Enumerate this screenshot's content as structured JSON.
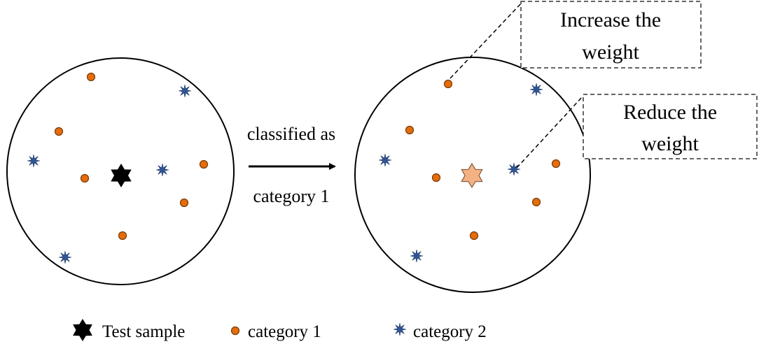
{
  "arrow": {
    "top_label": "classified as",
    "bottom_label": "category 1"
  },
  "callouts": {
    "increase": [
      "Increase the",
      "weight"
    ],
    "reduce": [
      "Reduce the",
      "weight"
    ]
  },
  "legend": {
    "test_sample": "Test sample",
    "category1": "category 1",
    "category2": "category 2"
  },
  "colors": {
    "category1": "#E46C0A",
    "category2": "#2F5597",
    "test_sample_before": "#000000",
    "test_sample_after": "#F4B183"
  },
  "icons": {
    "test_sample": "six-pointed-star-icon",
    "category1": "orange-dot-icon",
    "category2": "blue-spiky-star-icon"
  }
}
